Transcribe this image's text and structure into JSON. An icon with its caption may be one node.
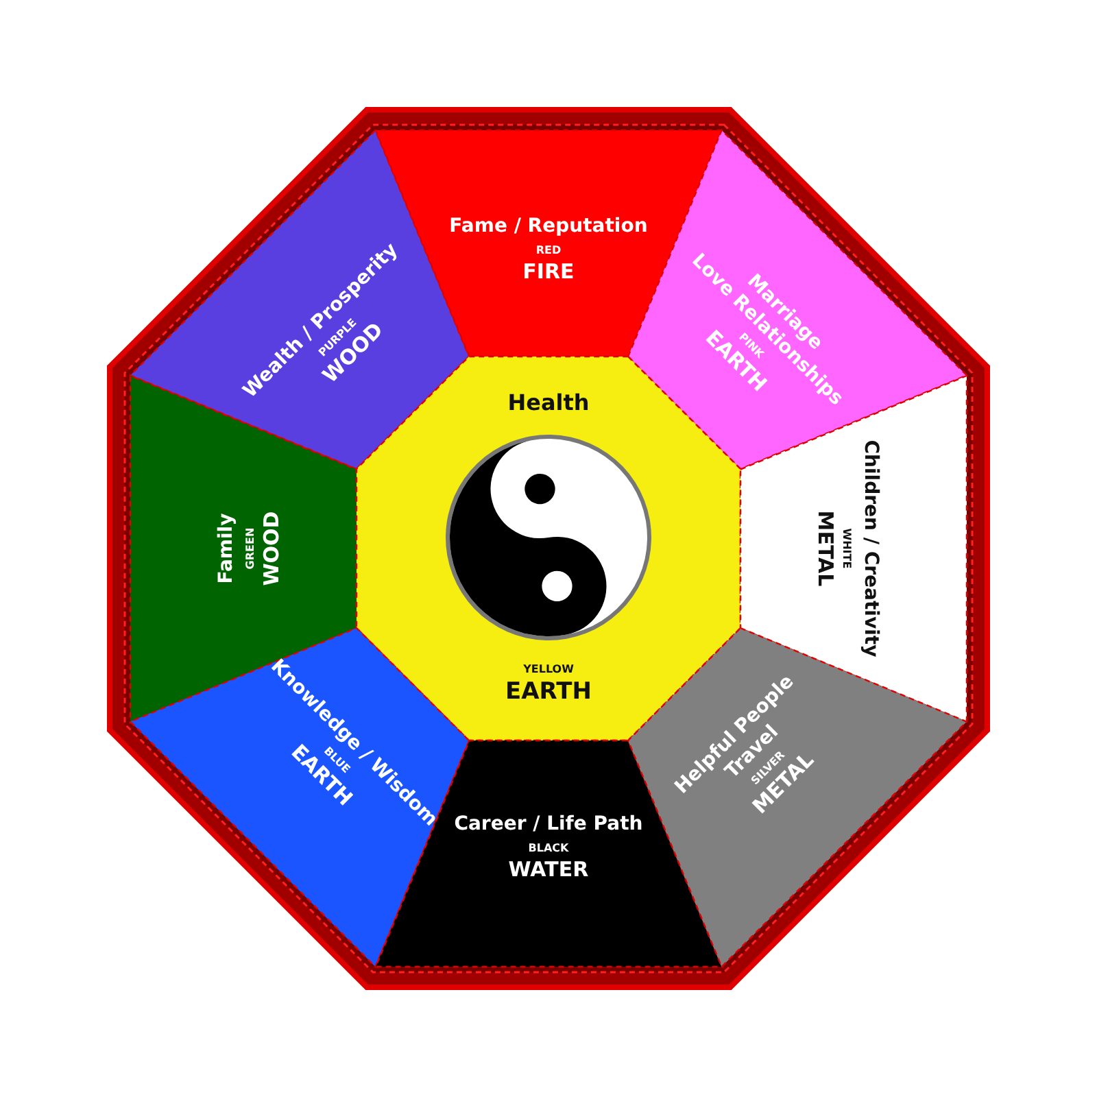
{
  "diagram": {
    "nodes": [
      {
        "text": [
          "Wealth / Prosperity",
          "PURPLE",
          "WOOD"
        ]
      },
      {
        "text": [
          "Fame / Reputation",
          "RED",
          "FIRE"
        ]
      },
      {
        "text": [
          "Marriage",
          "Love Relationships",
          "PINK",
          "EARTH"
        ]
      },
      {
        "text": [
          "Family",
          "GREEN",
          "WOOD"
        ]
      },
      {
        "text": [
          "Health",
          "YELLOW",
          "EARTH"
        ]
      },
      {
        "text": [
          "Children / Creativity",
          "WHITE",
          "METAL"
        ]
      },
      {
        "text": [
          "Knowledge / Wisdom",
          "BLUE",
          "EARTH"
        ]
      },
      {
        "text": [
          "Career / Life Path",
          "BLACK",
          "WATER"
        ]
      },
      {
        "text": [
          "Helpful People",
          "Travel",
          "SILVER",
          "METAL"
        ]
      }
    ]
  }
}
